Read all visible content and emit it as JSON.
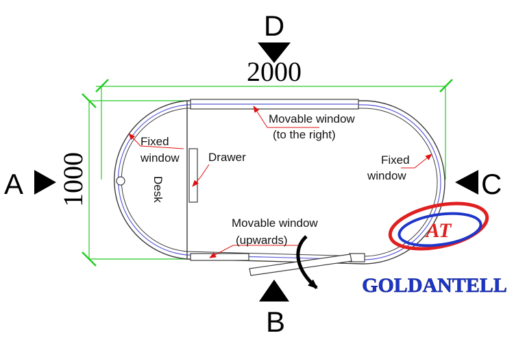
{
  "view_labels": {
    "top": "D",
    "left": "A",
    "right": "C",
    "bottom": "B"
  },
  "dimensions": {
    "width": "2000",
    "height": "1000"
  },
  "labels": {
    "fixed_window_left_line1": "Fixed",
    "fixed_window_left_line2": "window",
    "drawer": "Drawer",
    "desk": "Desk",
    "movable_top_line1": "Movable window",
    "movable_top_line2": "(to the right)",
    "fixed_window_right_line1": "Fixed",
    "fixed_window_right_line2": "window",
    "movable_bottom_line1": "Movable window",
    "movable_bottom_line2": "(upwards)"
  },
  "logo": {
    "monogram": "AT",
    "name": "GOLDANTELL"
  },
  "colors": {
    "dimension_line": "#22cc22",
    "outline": "#3a3a3a",
    "inner_line": "#5a5ad8",
    "leader_arrow": "#e01010",
    "logo_red": "#e02020",
    "logo_blue": "#1d36c9"
  }
}
